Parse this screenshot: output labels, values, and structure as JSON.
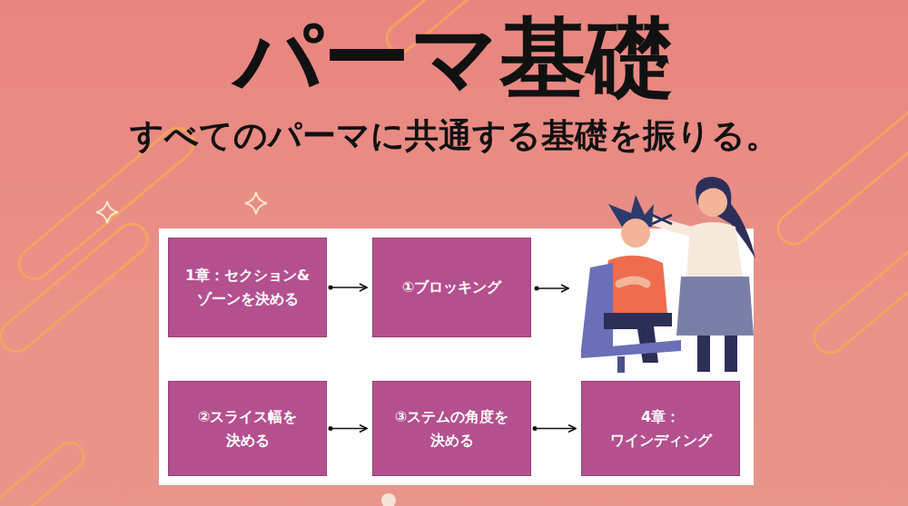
{
  "diagram": {
    "title": "パーマ基礎",
    "caption": "すべてのパーマに共通する基礎を振りる。",
    "nodes": [
      {
        "text": [
          "1章：セクション& ゾーンを決める"
        ]
      },
      {
        "text": [
          "①ブロッキング"
        ]
      },
      {
        "text": [
          "②スライス幅を 決める"
        ]
      },
      {
        "text": [
          "③ステムの角度を 決める"
        ]
      },
      {
        "text": [
          "4章： ワインディング"
        ]
      }
    ],
    "edges": [
      {
        "from": 0,
        "to": 1,
        "arrow": "to"
      },
      {
        "from": 2,
        "to": 3,
        "arrow": "to"
      },
      {
        "from": 3,
        "to": 4,
        "arrow": "to"
      }
    ]
  }
}
